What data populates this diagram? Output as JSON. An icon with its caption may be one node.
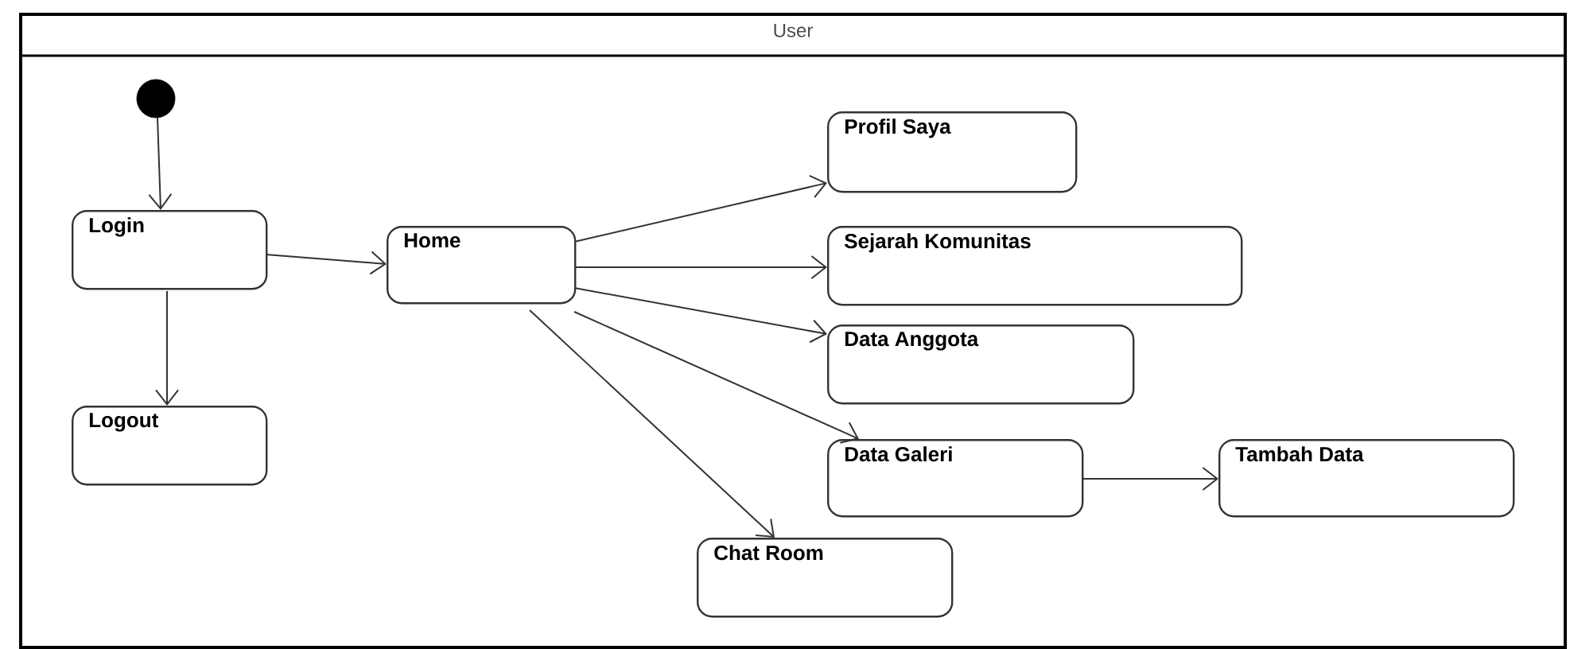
{
  "diagram": {
    "nodes": [
      {
        "text": [
          "User"
        ]
      },
      {
        "text": [],
        "shape": "circle",
        "in": 0
      },
      {
        "text": [
          "Login"
        ],
        "in": 0
      },
      {
        "text": [
          "Logout"
        ],
        "in": 0
      },
      {
        "text": [
          "Home"
        ],
        "in": 0
      },
      {
        "text": [
          "Profil Saya"
        ],
        "in": 0
      },
      {
        "text": [
          "Sejarah Komunitas"
        ],
        "in": 0
      },
      {
        "text": [
          "Data Anggota"
        ],
        "in": 0
      },
      {
        "text": [
          "Data Galeri"
        ],
        "in": 0
      },
      {
        "text": [
          "Tambah Data"
        ],
        "in": 0
      },
      {
        "text": [
          "Chat Room"
        ],
        "in": 0
      }
    ],
    "edges": [
      {
        "from": 1,
        "to": 2,
        "arrow": "to"
      },
      {
        "from": 2,
        "to": 4,
        "arrow": "to"
      },
      {
        "from": 2,
        "to": 3,
        "arrow": "to"
      },
      {
        "from": 4,
        "to": 5,
        "arrow": "to"
      },
      {
        "from": 4,
        "to": 6,
        "arrow": "to"
      },
      {
        "from": 4,
        "to": 7,
        "arrow": "to"
      },
      {
        "from": 4,
        "to": 8,
        "arrow": "to"
      },
      {
        "from": 4,
        "to": 10,
        "arrow": "to"
      },
      {
        "from": 8,
        "to": 9,
        "arrow": "to"
      }
    ]
  }
}
